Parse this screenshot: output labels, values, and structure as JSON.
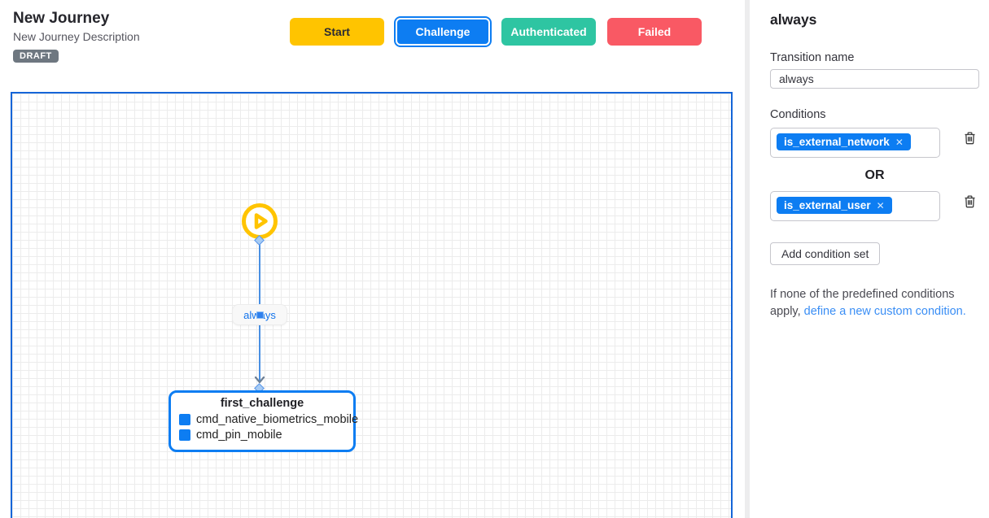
{
  "header": {
    "title": "New Journey",
    "subtitle": "New Journey Description",
    "status_badge": "DRAFT",
    "buttons": [
      {
        "label": "Start",
        "color": "#FFC400",
        "text_color": "#2B2B33",
        "selected": false
      },
      {
        "label": "Challenge",
        "color": "#0D7DF2",
        "text_color": "#FFFFFF",
        "selected": true
      },
      {
        "label": "Authenticated",
        "color": "#2EC5A2",
        "text_color": "#FFFFFF",
        "selected": false
      },
      {
        "label": "Failed",
        "color": "#F95964",
        "text_color": "#FFFFFF",
        "selected": false
      }
    ]
  },
  "canvas": {
    "border_color": "#1565D8",
    "grid_color": "#ECECEC",
    "start_node": {
      "icon": "play-icon",
      "color": "#FFC400"
    },
    "edge": {
      "label": "always",
      "color": "#4A90E2"
    },
    "node": {
      "title": "first_challenge",
      "border_color": "#0D7DF2",
      "item_icon_color": "#0D7DF2",
      "items": [
        "cmd_native_biometrics_mobile",
        "cmd_pin_mobile"
      ]
    }
  },
  "sidebar": {
    "heading": "always",
    "transition_name": {
      "label": "Transition name",
      "value": "always"
    },
    "conditions": {
      "label": "Conditions",
      "chip_color": "#0D7DF2",
      "joiner": "OR",
      "sets": [
        {
          "chip": "is_external_network",
          "remove_icon": "✕"
        },
        {
          "chip": "is_external_user",
          "remove_icon": "✕"
        }
      ]
    },
    "add_condition_button": "Add condition set",
    "footer": {
      "text": "If none of the predefined conditions apply,",
      "link": "define a new custom condition.",
      "link_color": "#3A8EF5"
    }
  }
}
